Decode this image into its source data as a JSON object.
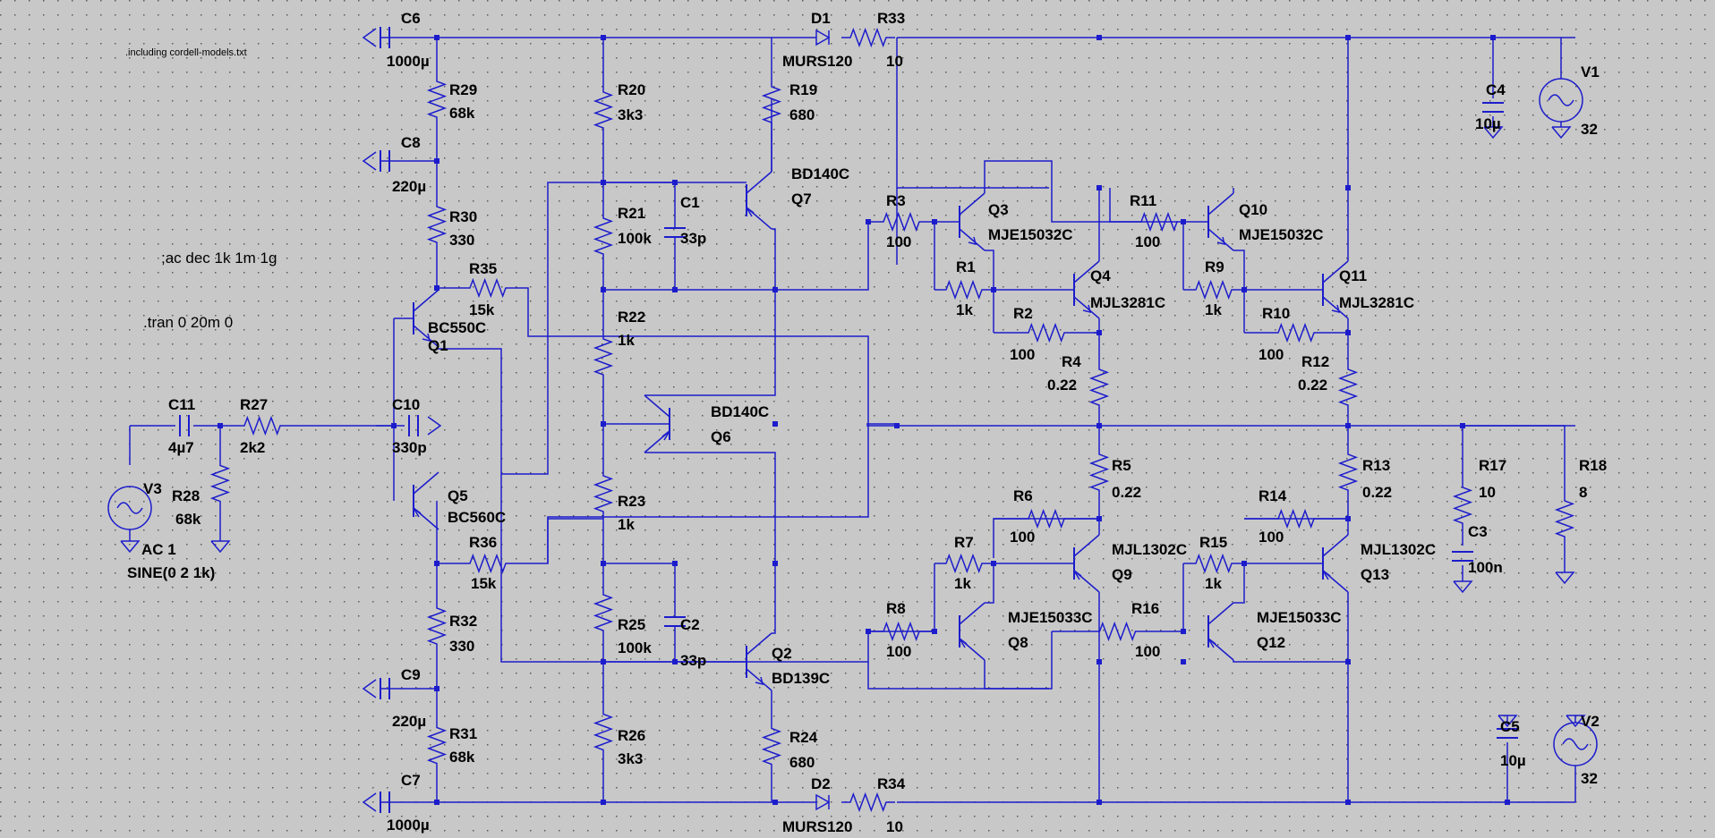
{
  "directives": {
    "include": ".including cordell-models.txt",
    "ac": ";ac dec 1k 1m 1g",
    "tran": ".tran 0 20m 0"
  },
  "components": [
    {
      "id": "C6",
      "name": "C6",
      "value": "1000µ"
    },
    {
      "id": "C8",
      "name": "C8",
      "value": "220µ"
    },
    {
      "id": "C9",
      "name": "C9",
      "value": "220µ"
    },
    {
      "id": "C7",
      "name": "C7",
      "value": "1000µ"
    },
    {
      "id": "C11",
      "name": "C11",
      "value": "4µ7"
    },
    {
      "id": "C10",
      "name": "C10",
      "value": "330p"
    },
    {
      "id": "C1",
      "name": "C1",
      "value": "33p"
    },
    {
      "id": "C2",
      "name": "C2",
      "value": "33p"
    },
    {
      "id": "C4",
      "name": "C4",
      "value": "10µ"
    },
    {
      "id": "C5",
      "name": "C5",
      "value": "10µ"
    },
    {
      "id": "C3",
      "name": "C3",
      "value": "100n"
    },
    {
      "id": "R29",
      "name": "R29",
      "value": "68k"
    },
    {
      "id": "R30",
      "name": "R30",
      "value": "330"
    },
    {
      "id": "R32",
      "name": "R32",
      "value": "330"
    },
    {
      "id": "R31",
      "name": "R31",
      "value": "68k"
    },
    {
      "id": "R35",
      "name": "R35",
      "value": "15k"
    },
    {
      "id": "R36",
      "name": "R36",
      "value": "15k"
    },
    {
      "id": "R27",
      "name": "R27",
      "value": "2k2"
    },
    {
      "id": "R28",
      "name": "R28",
      "value": "68k"
    },
    {
      "id": "R20",
      "name": "R20",
      "value": "3k3"
    },
    {
      "id": "R21",
      "name": "R21",
      "value": "100k"
    },
    {
      "id": "R22",
      "name": "R22",
      "value": "1k"
    },
    {
      "id": "R23",
      "name": "R23",
      "value": "1k"
    },
    {
      "id": "R25",
      "name": "R25",
      "value": "100k"
    },
    {
      "id": "R26",
      "name": "R26",
      "value": "3k3"
    },
    {
      "id": "R19",
      "name": "R19",
      "value": "680"
    },
    {
      "id": "R24",
      "name": "R24",
      "value": "680"
    },
    {
      "id": "R33",
      "name": "R33",
      "value": "10"
    },
    {
      "id": "R34",
      "name": "R34",
      "value": "10"
    },
    {
      "id": "R3",
      "name": "R3",
      "value": "100"
    },
    {
      "id": "R1",
      "name": "R1",
      "value": "1k"
    },
    {
      "id": "R2",
      "name": "R2",
      "value": "100"
    },
    {
      "id": "R4",
      "name": "R4",
      "value": "0.22"
    },
    {
      "id": "R11",
      "name": "R11",
      "value": "100"
    },
    {
      "id": "R9",
      "name": "R9",
      "value": "1k"
    },
    {
      "id": "R10",
      "name": "R10",
      "value": "100"
    },
    {
      "id": "R12",
      "name": "R12",
      "value": "0.22"
    },
    {
      "id": "R5",
      "name": "R5",
      "value": "0.22"
    },
    {
      "id": "R6",
      "name": "R6",
      "value": "100"
    },
    {
      "id": "R7",
      "name": "R7",
      "value": "1k"
    },
    {
      "id": "R8",
      "name": "R8",
      "value": "100"
    },
    {
      "id": "R13",
      "name": "R13",
      "value": "0.22"
    },
    {
      "id": "R14",
      "name": "R14",
      "value": "100"
    },
    {
      "id": "R15",
      "name": "R15",
      "value": "1k"
    },
    {
      "id": "R16",
      "name": "R16",
      "value": "100"
    },
    {
      "id": "R17",
      "name": "R17",
      "value": "10"
    },
    {
      "id": "R18",
      "name": "R18",
      "value": "8"
    },
    {
      "id": "D1",
      "name": "D1",
      "value": "MURS120"
    },
    {
      "id": "D2",
      "name": "D2",
      "value": "MURS120"
    },
    {
      "id": "Q1",
      "name": "Q1",
      "value": "BC550C"
    },
    {
      "id": "Q5",
      "name": "Q5",
      "value": "BC560C"
    },
    {
      "id": "Q7",
      "name": "Q7",
      "value": "BD140C"
    },
    {
      "id": "Q6",
      "name": "Q6",
      "value": "BD140C"
    },
    {
      "id": "Q2",
      "name": "Q2",
      "value": "BD139C"
    },
    {
      "id": "Q3",
      "name": "Q3",
      "value": "MJE15032C"
    },
    {
      "id": "Q4",
      "name": "Q4",
      "value": "MJL3281C"
    },
    {
      "id": "Q10",
      "name": "Q10",
      "value": "MJE15032C"
    },
    {
      "id": "Q11",
      "name": "Q11",
      "value": "MJL3281C"
    },
    {
      "id": "Q8",
      "name": "Q8",
      "value": "MJE15033C"
    },
    {
      "id": "Q9",
      "name": "Q9",
      "value": "MJL1302C"
    },
    {
      "id": "Q12",
      "name": "Q12",
      "value": "MJE15033C"
    },
    {
      "id": "Q13",
      "name": "Q13",
      "value": "MJL1302C"
    },
    {
      "id": "V1",
      "name": "V1",
      "value": "32"
    },
    {
      "id": "V2",
      "name": "V2",
      "value": "32"
    },
    {
      "id": "V3",
      "name": "V3",
      "value": "AC 1",
      "value2": "SINE(0 2 1k)"
    }
  ],
  "colors": {
    "background": "#c8c8c8",
    "wire": "#1c1ccc",
    "grid": "#5a5a5a",
    "text": "#000000"
  }
}
